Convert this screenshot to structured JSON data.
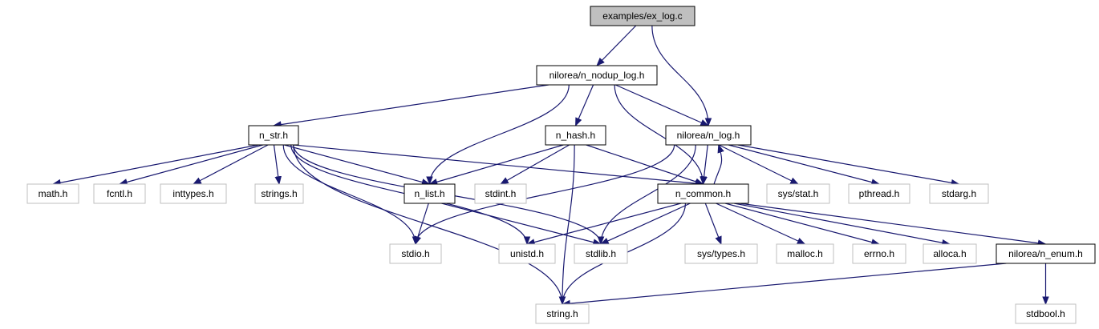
{
  "graph": {
    "nodes": [
      {
        "id": "ex_log",
        "label": "examples/ex_log.c",
        "style": "root"
      },
      {
        "id": "nodup",
        "label": "nilorea/n_nodup_log.h",
        "style": "local"
      },
      {
        "id": "n_str",
        "label": "n_str.h",
        "style": "local"
      },
      {
        "id": "n_hash",
        "label": "n_hash.h",
        "style": "local"
      },
      {
        "id": "n_log",
        "label": "nilorea/n_log.h",
        "style": "local"
      },
      {
        "id": "math",
        "label": "math.h",
        "style": "system"
      },
      {
        "id": "fcntl",
        "label": "fcntl.h",
        "style": "system"
      },
      {
        "id": "inttypes",
        "label": "inttypes.h",
        "style": "system"
      },
      {
        "id": "strings",
        "label": "strings.h",
        "style": "system"
      },
      {
        "id": "n_list",
        "label": "n_list.h",
        "style": "local"
      },
      {
        "id": "stdint",
        "label": "stdint.h",
        "style": "system"
      },
      {
        "id": "n_common",
        "label": "n_common.h",
        "style": "local"
      },
      {
        "id": "sysstat",
        "label": "sys/stat.h",
        "style": "system"
      },
      {
        "id": "pthread",
        "label": "pthread.h",
        "style": "system"
      },
      {
        "id": "stdarg",
        "label": "stdarg.h",
        "style": "system"
      },
      {
        "id": "stdio",
        "label": "stdio.h",
        "style": "system"
      },
      {
        "id": "unistd",
        "label": "unistd.h",
        "style": "system"
      },
      {
        "id": "stdlib",
        "label": "stdlib.h",
        "style": "system"
      },
      {
        "id": "systypes",
        "label": "sys/types.h",
        "style": "system"
      },
      {
        "id": "malloc",
        "label": "malloc.h",
        "style": "system"
      },
      {
        "id": "errno",
        "label": "errno.h",
        "style": "system"
      },
      {
        "id": "alloca",
        "label": "alloca.h",
        "style": "system"
      },
      {
        "id": "n_enum",
        "label": "nilorea/n_enum.h",
        "style": "local"
      },
      {
        "id": "string",
        "label": "string.h",
        "style": "system"
      },
      {
        "id": "stdbool",
        "label": "stdbool.h",
        "style": "system"
      }
    ],
    "edges": [
      {
        "from": "ex_log",
        "to": "nodup"
      },
      {
        "from": "ex_log",
        "to": "n_log"
      },
      {
        "from": "nodup",
        "to": "n_str"
      },
      {
        "from": "nodup",
        "to": "n_hash"
      },
      {
        "from": "nodup",
        "to": "n_log"
      },
      {
        "from": "nodup",
        "to": "n_list"
      },
      {
        "from": "nodup",
        "to": "n_common"
      },
      {
        "from": "n_str",
        "to": "math"
      },
      {
        "from": "n_str",
        "to": "fcntl"
      },
      {
        "from": "n_str",
        "to": "inttypes"
      },
      {
        "from": "n_str",
        "to": "strings"
      },
      {
        "from": "n_str",
        "to": "n_list"
      },
      {
        "from": "n_str",
        "to": "n_common"
      },
      {
        "from": "n_str",
        "to": "stdio"
      },
      {
        "from": "n_str",
        "to": "unistd"
      },
      {
        "from": "n_str",
        "to": "stdlib"
      },
      {
        "from": "n_str",
        "to": "string"
      },
      {
        "from": "n_hash",
        "to": "n_list"
      },
      {
        "from": "n_hash",
        "to": "stdint"
      },
      {
        "from": "n_hash",
        "to": "n_common"
      },
      {
        "from": "n_hash",
        "to": "string"
      },
      {
        "from": "n_log",
        "to": "n_common"
      },
      {
        "from": "n_log",
        "to": "sysstat"
      },
      {
        "from": "n_log",
        "to": "pthread"
      },
      {
        "from": "n_log",
        "to": "stdarg"
      },
      {
        "from": "n_log",
        "to": "stdio"
      },
      {
        "from": "n_log",
        "to": "stdlib"
      },
      {
        "from": "n_common",
        "to": "n_log"
      },
      {
        "from": "n_common",
        "to": "unistd"
      },
      {
        "from": "n_common",
        "to": "stdlib"
      },
      {
        "from": "n_common",
        "to": "systypes"
      },
      {
        "from": "n_common",
        "to": "malloc"
      },
      {
        "from": "n_common",
        "to": "errno"
      },
      {
        "from": "n_common",
        "to": "alloca"
      },
      {
        "from": "n_common",
        "to": "n_enum"
      },
      {
        "from": "n_common",
        "to": "string"
      },
      {
        "from": "n_list",
        "to": "stdio"
      },
      {
        "from": "n_list",
        "to": "stdlib"
      },
      {
        "from": "n_enum",
        "to": "stdbool"
      },
      {
        "from": "n_enum",
        "to": "string"
      }
    ]
  },
  "colors": {
    "edge": "#191970",
    "local_border": "#000000",
    "system_border": "#bfbfbf",
    "root_fill": "#bfbfbf",
    "text_local": "#000000",
    "text_system": "#000000"
  }
}
